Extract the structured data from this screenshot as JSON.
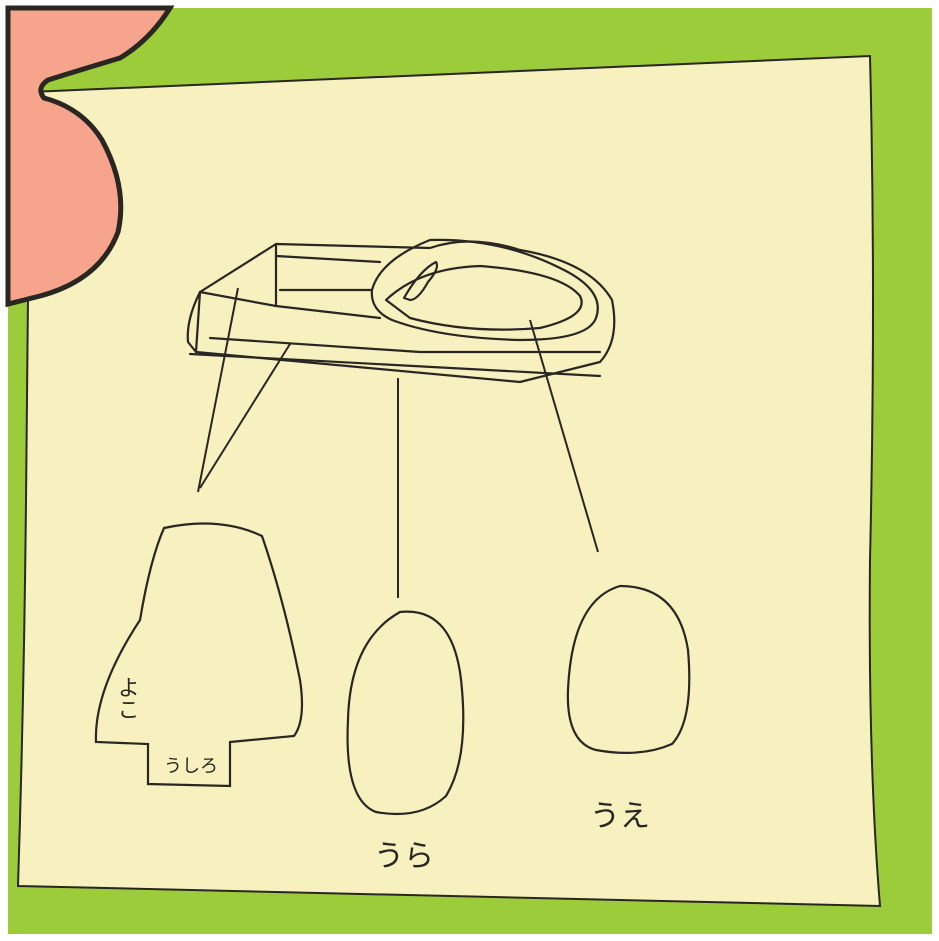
{
  "photo": {
    "background_color": "#9dcc3a",
    "paper_color": "#f7f0bf",
    "flower_color": "#f6a58c",
    "ink_color": "#2a2622"
  },
  "labels": {
    "side": "よこ",
    "back": "うしろ",
    "sole": "うら",
    "top": "うえ"
  }
}
